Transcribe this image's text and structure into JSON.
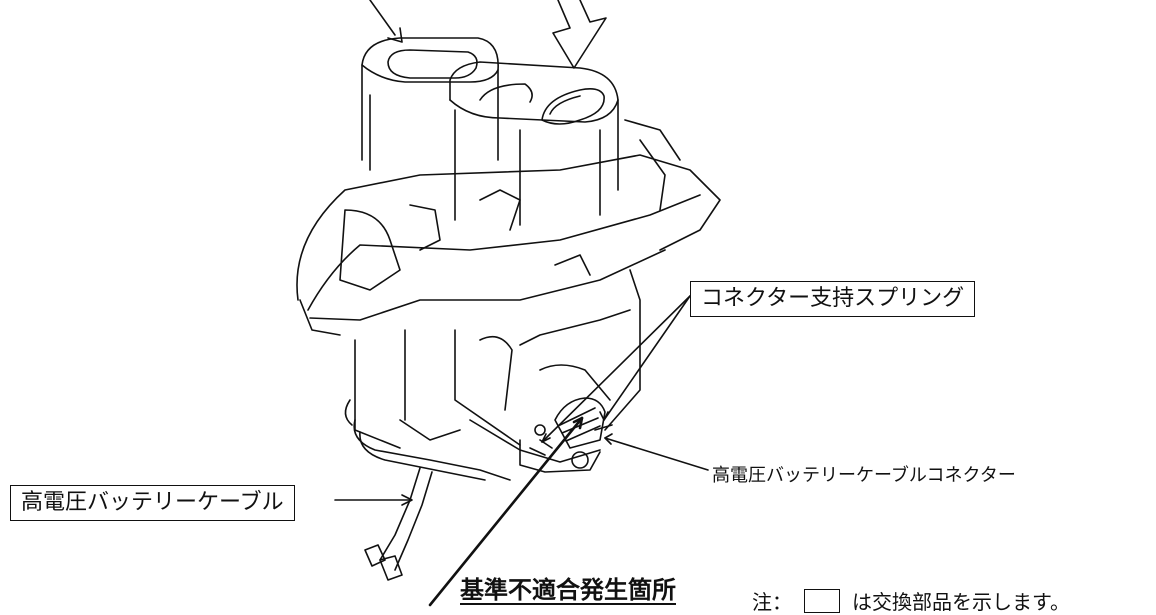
{
  "labels": {
    "connector_spring": "コネクター支持スプリング",
    "hv_cable_connector": "高電圧バッテリーケーブルコネクター",
    "hv_cable": "高電圧バッテリーケーブル",
    "nonconformity_location": "基準不適合発生箇所"
  },
  "note": {
    "prefix": "注：",
    "suffix": "は交換部品を示します。"
  },
  "colors": {
    "line": "#111111",
    "background": "#ffffff"
  }
}
